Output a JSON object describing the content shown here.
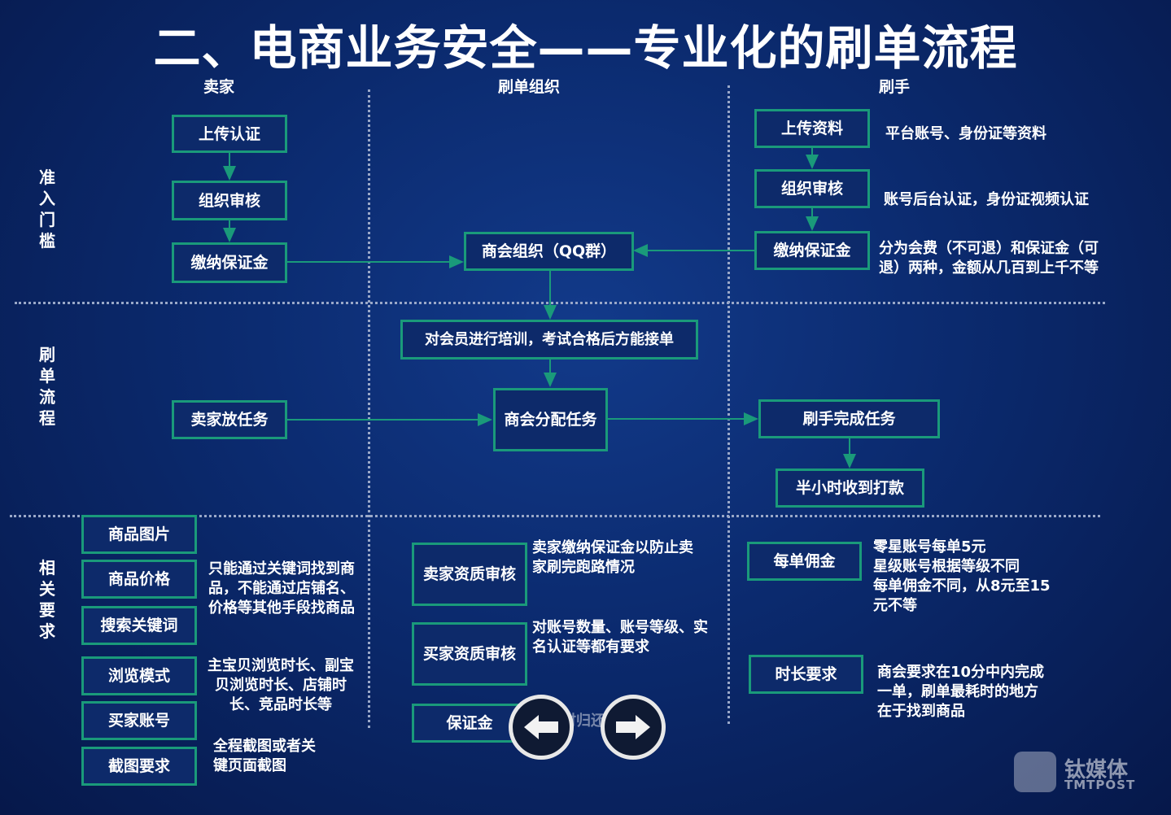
{
  "title": "二、电商业务安全——专业化的刷单流程",
  "columns": {
    "seller": "卖家",
    "org": "刷单组织",
    "brusher": "刷手"
  },
  "rows": {
    "entry": "准入门槛",
    "flow": "刷单流程",
    "requirements": "相关要求"
  },
  "seller_entry": [
    "上传认证",
    "组织审核",
    "缴纳保证金"
  ],
  "brusher_entry": [
    "上传资料",
    "组织审核",
    "缴纳保证金"
  ],
  "brusher_notes": [
    "平台账号、身份证等资料",
    "账号后台认证，身份证视频认证",
    "分为会费（不可退）和保证金（可退）两种，金额从几百到上千不等"
  ],
  "org_group": "商会组织（QQ群）",
  "org_training": "对会员进行培训，考试合格后方能接单",
  "org_assign": "商会分配任务",
  "seller_task": "卖家放任务",
  "brusher_complete": "刷手完成任务",
  "brusher_paid": "半小时收到打款",
  "seller_reqs": [
    "商品图片",
    "商品价格",
    "搜索关键词",
    "浏览模式",
    "买家账号",
    "截图要求"
  ],
  "seller_req_notes": [
    "只能通过关键词找到商品，不能通过店铺名、价格等其他手段找商品",
    "主宝贝浏览时长、副宝贝浏览时长、店铺时长、竞品时长等",
    "全程截图或者关键页面截图"
  ],
  "org_reqs": [
    "卖家资质审核",
    "买家资质审核",
    "保证金"
  ],
  "org_req_notes": [
    "卖家缴纳保证金以防止卖家刷完跑路情况",
    "对账号数量、账号等级、实名认证等都有要求",
    "退会时归还保证金"
  ],
  "brusher_reqs": [
    "每单佣金",
    "时长要求"
  ],
  "brusher_req_notes": [
    "零星账号每单5元\n星级账号根据等级不同\n每单佣金不同，从8元至15元不等",
    "商会要求在10分中内完成一单，刷单最耗时的地方在于找到商品"
  ],
  "watermark": {
    "brand": "钛媒体",
    "sub": "TMTPOST"
  },
  "colors": {
    "box_border": "#1a9a7a",
    "arrow": "#1a9a7a",
    "background": "#0b2a6e"
  }
}
